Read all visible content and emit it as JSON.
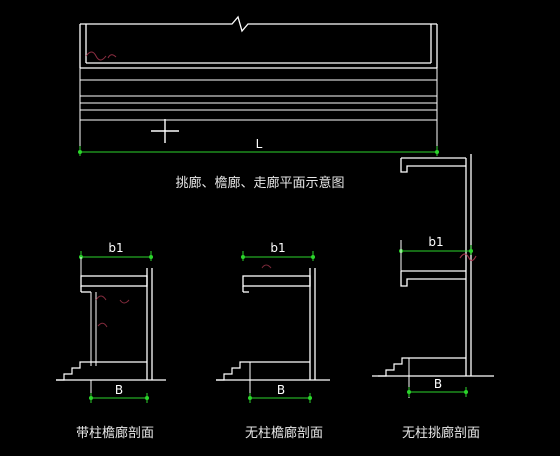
{
  "plan": {
    "dimension_label": "L",
    "caption": "挑廊、檐廊、走廊平面示意图"
  },
  "sections": [
    {
      "dimension_top": "b1",
      "dimension_bottom": "B",
      "caption": "带柱檐廊剖面"
    },
    {
      "dimension_top": "b1",
      "dimension_bottom": "B",
      "caption": "无柱檐廊剖面"
    },
    {
      "dimension_top": "b1",
      "dimension_bottom": "B",
      "caption": "无柱挑廊剖面"
    }
  ],
  "colors": {
    "background": "#000000",
    "lines": "#ffffff",
    "dimension": "#2bd52b",
    "watermark": "#b03a52"
  }
}
